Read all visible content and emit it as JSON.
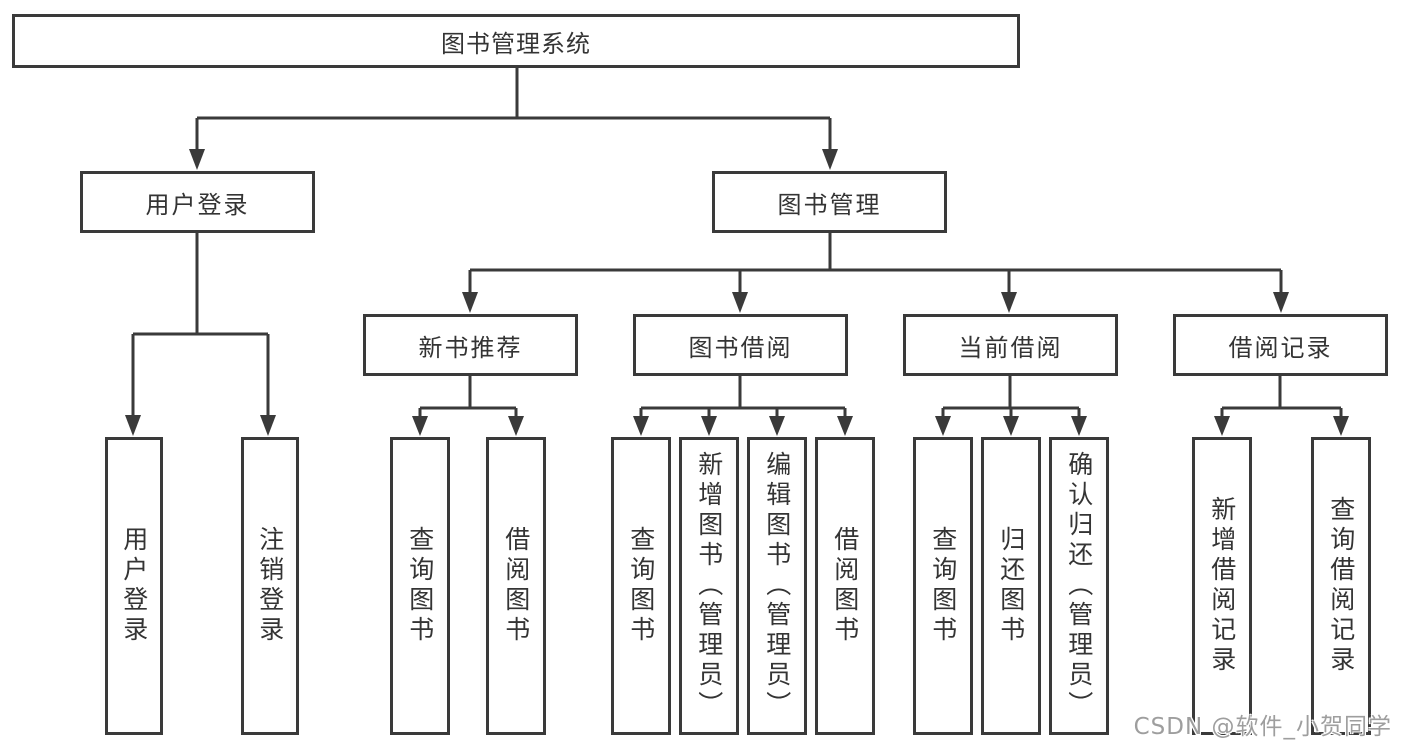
{
  "colors": {
    "line": "#3a3a3a",
    "text": "#343434",
    "box_background": "#ffffff",
    "watermark": "#9e9e9e"
  },
  "tree": {
    "root": {
      "label": "图书管理系统"
    },
    "children": [
      {
        "label": "用户登录",
        "children": [
          {
            "label": "用户登录"
          },
          {
            "label": "注销登录"
          }
        ]
      },
      {
        "label": "图书管理",
        "children": [
          {
            "label": "新书推荐",
            "children": [
              {
                "label": "查询图书"
              },
              {
                "label": "借阅图书"
              }
            ]
          },
          {
            "label": "图书借阅",
            "children": [
              {
                "label": "查询图书"
              },
              {
                "label": "新增图书（管理员）"
              },
              {
                "label": "编辑图书（管理员）"
              },
              {
                "label": "借阅图书"
              }
            ]
          },
          {
            "label": "当前借阅",
            "children": [
              {
                "label": "查询图书"
              },
              {
                "label": "归还图书"
              },
              {
                "label": "确认归还（管理员）"
              }
            ]
          },
          {
            "label": "借阅记录",
            "children": [
              {
                "label": "新增借阅记录"
              },
              {
                "label": "查询借阅记录"
              }
            ]
          }
        ]
      }
    ]
  },
  "watermark": "CSDN @软件_小贺同学"
}
